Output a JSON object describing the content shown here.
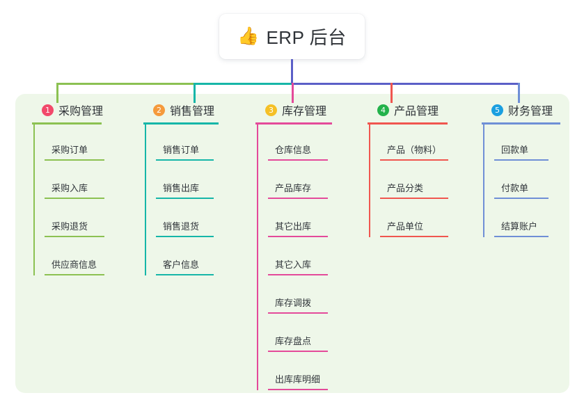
{
  "diagram": {
    "type": "mind-map",
    "root": {
      "icon": "thumbs-up-icon",
      "emoji": "👍",
      "title": "ERP 后台"
    },
    "bus_color_left": "#8cc152",
    "bus_color_mid": "#16b6a8",
    "bus_color_right": "#5b5fc7",
    "root_stem_color": "#5b5fc7",
    "panel_color": "#eef7e9",
    "branches": [
      {
        "index": "1",
        "badge_number": "①",
        "badge_color": "#f2496b",
        "line_color": "#8cc152",
        "title": "采购管理",
        "items": [
          {
            "label": "采购订单"
          },
          {
            "label": "采购入库"
          },
          {
            "label": "采购退货"
          },
          {
            "label": "供应商信息"
          }
        ]
      },
      {
        "index": "2",
        "badge_number": "②",
        "badge_color": "#f59a3c",
        "line_color": "#16b6a8",
        "title": "销售管理",
        "items": [
          {
            "label": "销售订单"
          },
          {
            "label": "销售出库"
          },
          {
            "label": "销售退货"
          },
          {
            "label": "客户信息"
          }
        ]
      },
      {
        "index": "3",
        "badge_number": "③",
        "badge_color": "#f5c026",
        "line_color": "#e44a9a",
        "title": "库存管理",
        "items": [
          {
            "label": "仓库信息"
          },
          {
            "label": "产品库存"
          },
          {
            "label": "其它出库"
          },
          {
            "label": "其它入库"
          },
          {
            "label": "库存调拨"
          },
          {
            "label": "库存盘点"
          },
          {
            "label": "出库库明细"
          }
        ]
      },
      {
        "index": "4",
        "badge_number": "④",
        "badge_color": "#23b24b",
        "line_color": "#f0564f",
        "title": "产品管理",
        "items": [
          {
            "label": "产品（物料）"
          },
          {
            "label": "产品分类"
          },
          {
            "label": "产品单位"
          }
        ]
      },
      {
        "index": "5",
        "badge_number": "⑤",
        "badge_color": "#1a9fe0",
        "line_color": "#6f8fd6",
        "title": "财务管理",
        "items": [
          {
            "label": "回款单"
          },
          {
            "label": "付款单"
          },
          {
            "label": "结算账户"
          }
        ]
      }
    ]
  }
}
